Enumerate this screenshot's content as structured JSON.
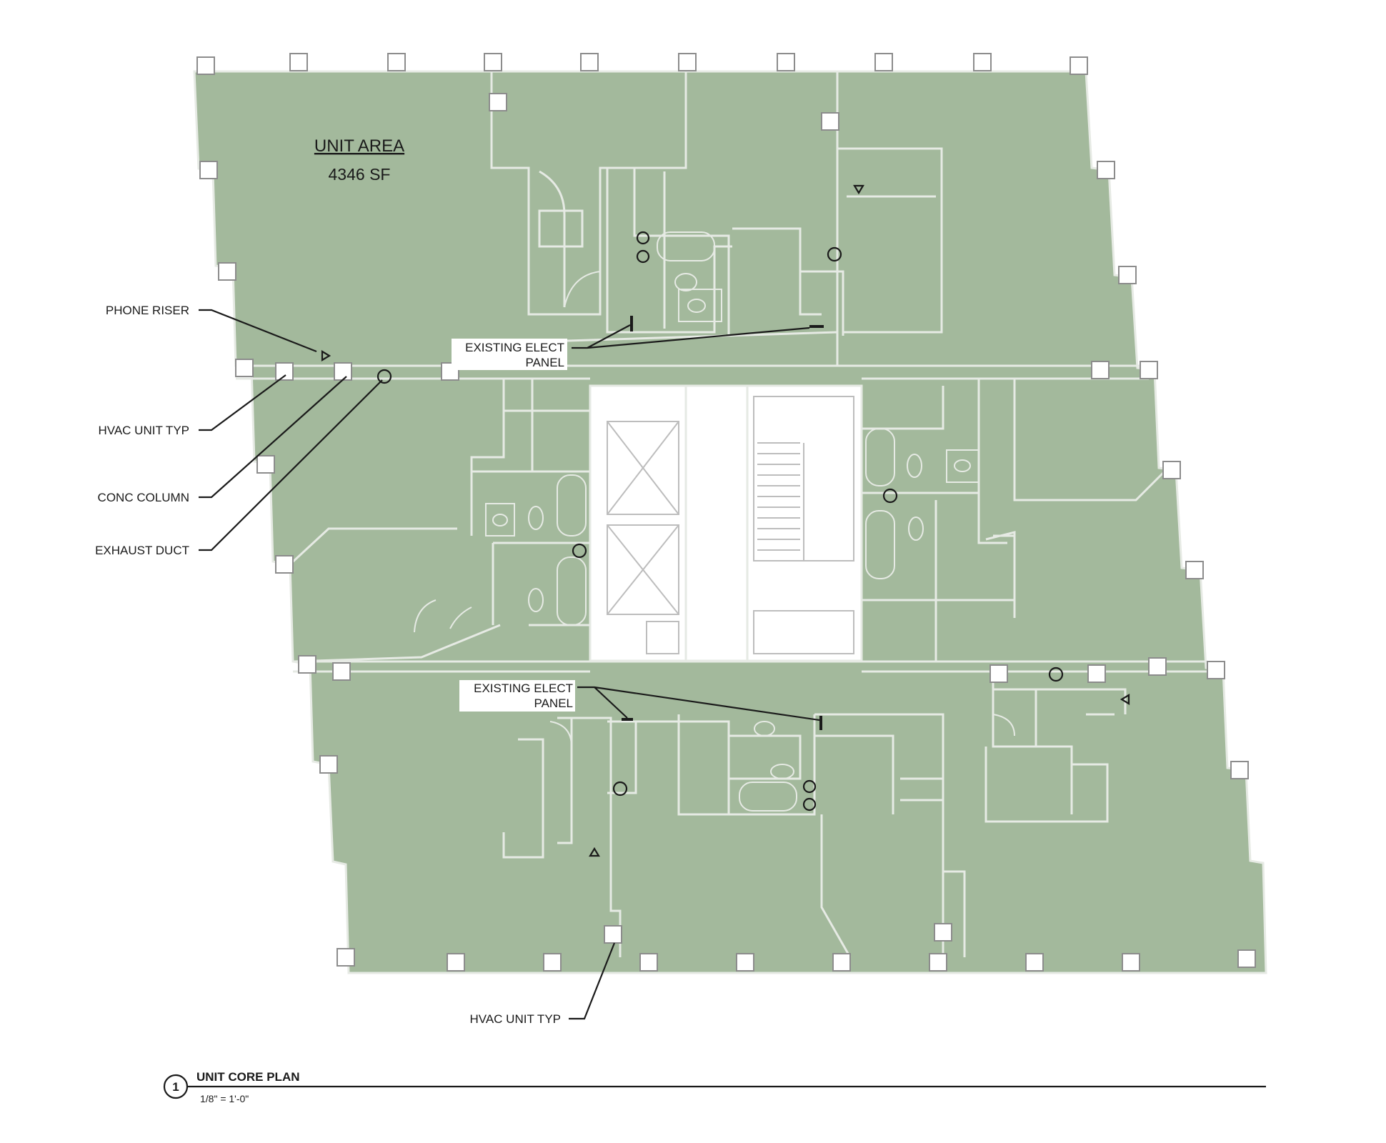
{
  "colors": {
    "plan_fill": "#a3b99c",
    "wall": "#e6eae4",
    "core_fill": "#ffffff",
    "ink": "#1a1a1a"
  },
  "unit_area": {
    "label": "UNIT AREA",
    "value": "4346 SF"
  },
  "callouts": {
    "phone_riser": "PHONE RISER",
    "hvac_unit_left": "HVAC UNIT TYP",
    "conc_column": "CONC COLUMN",
    "exhaust_duct": "EXHAUST DUCT",
    "elect_panel_top_line1": "EXISTING  ELECT",
    "elect_panel_top_line2": "PANEL",
    "elect_panel_bottom_line1": "EXISTING  ELECT",
    "elect_panel_bottom_line2": "PANEL",
    "hvac_unit_bottom": "HVAC UNIT TYP"
  },
  "drawing_title": {
    "number": "1",
    "name": "UNIT CORE PLAN",
    "scale": "1/8\" = 1'-0\""
  },
  "icons": [
    "column-icon",
    "exhaust-duct-icon",
    "phone-riser-icon",
    "elevator-icon",
    "stair-icon",
    "toilet-icon",
    "bathtub-icon",
    "sink-icon",
    "door-swing-icon",
    "elect-panel-icon"
  ]
}
